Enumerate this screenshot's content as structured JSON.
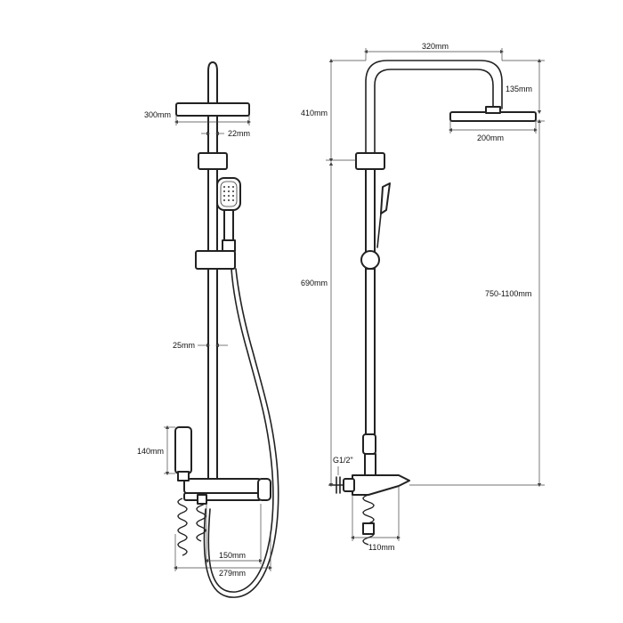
{
  "labels": {
    "head_width_left": "300mm",
    "rail_width": "22mm",
    "pipe_width": "25mm",
    "handle_height": "140mm",
    "valve_width": "150mm",
    "overall_width": "279mm",
    "arm_width": "320mm",
    "arm_drop": "135mm",
    "head_width_right": "200mm",
    "upper_height": "410mm",
    "lower_height": "690mm",
    "adjust_height": "750-1100mm",
    "thread": "G1/2\"",
    "wall_offset": "110mm"
  }
}
